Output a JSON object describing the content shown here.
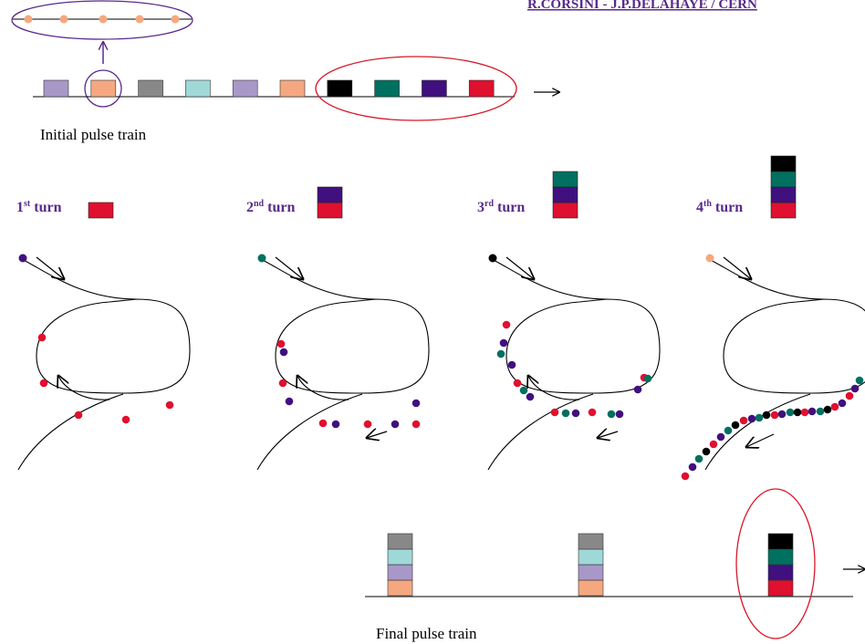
{
  "header": {
    "author_text": "R.CORSINI - J.P.DELAHAYE / CERN"
  },
  "labels": {
    "initial_train": "Initial pulse train",
    "final_train": "Final pulse train"
  },
  "turns": [
    {
      "num": "1",
      "sup": "st",
      "word": " turn"
    },
    {
      "num": "2",
      "sup": "nd",
      "word": " turn"
    },
    {
      "num": "3",
      "sup": "rd",
      "word": " turn"
    },
    {
      "num": "4",
      "sup": "th",
      "word": " turn"
    }
  ],
  "colors": {
    "lilac": "#a898c8",
    "peach": "#f5a880",
    "grey": "#888888",
    "aqua": "#a0d8d8",
    "black": "#000000",
    "teal": "#007060",
    "indigo": "#40107f",
    "red": "#e0102f",
    "ellipse_red": "#d81828",
    "ellipse_purple": "#5a2a8a"
  },
  "initial_pulse_sequence": [
    "lilac",
    "peach",
    "grey",
    "aqua",
    "lilac",
    "peach",
    "black",
    "teal",
    "indigo",
    "red"
  ],
  "turn_stacks": [
    [
      "red"
    ],
    [
      "red",
      "indigo"
    ],
    [
      "red",
      "indigo",
      "teal"
    ],
    [
      "red",
      "indigo",
      "teal",
      "black"
    ]
  ],
  "final_stacks": [
    [
      "peach",
      "lilac",
      "aqua",
      "grey"
    ],
    [
      "peach",
      "lilac",
      "aqua",
      "grey"
    ],
    [
      "red",
      "indigo",
      "teal",
      "black"
    ]
  ]
}
